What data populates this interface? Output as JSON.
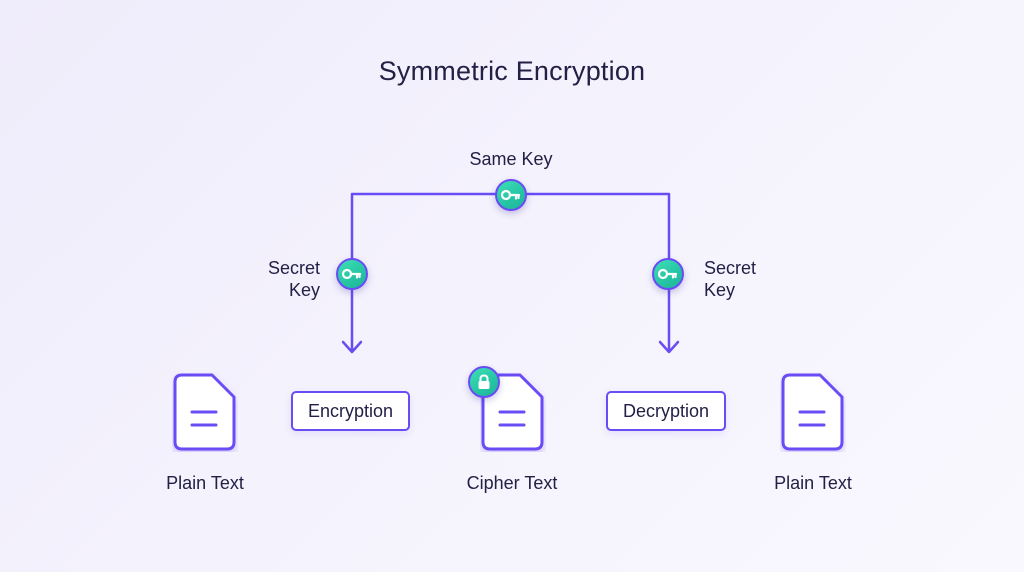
{
  "diagram": {
    "title": "Symmetric Encryption",
    "same_key_label": "Same Key",
    "secret_key_left_line1": "Secret",
    "secret_key_left_line2": "Key",
    "secret_key_right_line1": "Secret",
    "secret_key_right_line2": "Key",
    "encryption_label": "Encryption",
    "decryption_label": "Decryption",
    "plain_text_left_label": "Plain Text",
    "cipher_text_label": "Cipher Text",
    "plain_text_right_label": "Plain Text"
  },
  "icons": {
    "key": "key-icon",
    "lock": "lock-icon",
    "document": "document-icon"
  },
  "colors": {
    "accent": "#6a4cf5",
    "badge": "#2fd3ae",
    "text": "#232046",
    "background": "#f2f0fc"
  }
}
